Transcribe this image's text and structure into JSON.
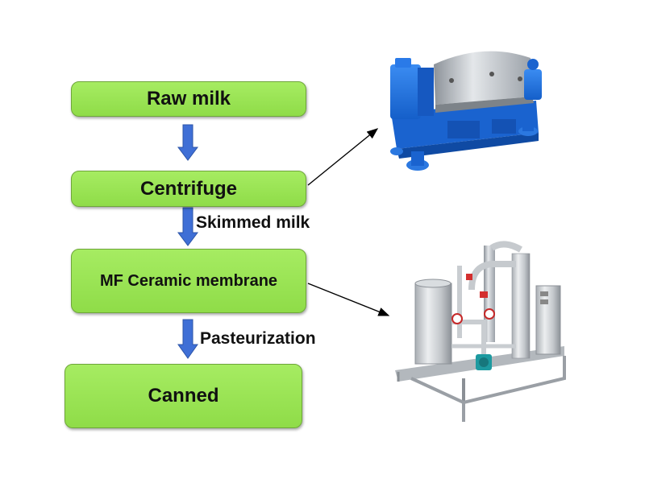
{
  "flow": {
    "steps": [
      {
        "label": "Raw milk"
      },
      {
        "label": "Centrifuge"
      },
      {
        "label": "MF Ceramic membrane"
      },
      {
        "label": "Canned"
      }
    ],
    "transitions": [
      {
        "label": ""
      },
      {
        "label": "Skimmed milk"
      },
      {
        "label": "Pasteurization"
      }
    ]
  },
  "colors": {
    "box_fill": "#96e050",
    "box_border": "#6ea63a",
    "arrow_fill": "#3f6fd6",
    "machine_blue": "#1e6fe0",
    "steel": "#b9bec4"
  },
  "images": {
    "centrifuge_machine": "decanter-centrifuge-image",
    "membrane_system": "ceramic-membrane-skid-image"
  }
}
